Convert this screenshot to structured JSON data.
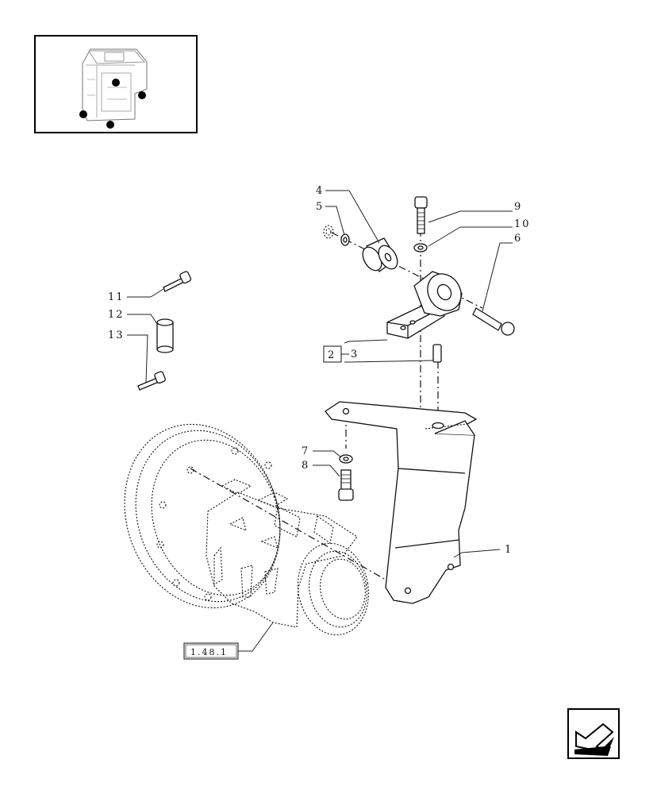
{
  "figure": {
    "callouts": [
      {
        "id": "c1",
        "text": "1"
      },
      {
        "id": "c2",
        "text": "2"
      },
      {
        "id": "c3",
        "text": "3"
      },
      {
        "id": "c4",
        "text": "4"
      },
      {
        "id": "c5",
        "text": "5"
      },
      {
        "id": "c6",
        "text": "6"
      },
      {
        "id": "c7",
        "text": "7"
      },
      {
        "id": "c8",
        "text": "8"
      },
      {
        "id": "c9",
        "text": "9"
      },
      {
        "id": "c10",
        "text": "10"
      },
      {
        "id": "c11",
        "text": "11"
      },
      {
        "id": "c12",
        "text": "12"
      },
      {
        "id": "c13",
        "text": "13"
      }
    ],
    "reference_box": "1.48.1",
    "boxed_callout": "2"
  },
  "thumbnail": {
    "icon": "tractor-cab-locator-icon",
    "marker_color": "#000000"
  },
  "nav": {
    "icon": "previous-page-arrow-icon"
  }
}
